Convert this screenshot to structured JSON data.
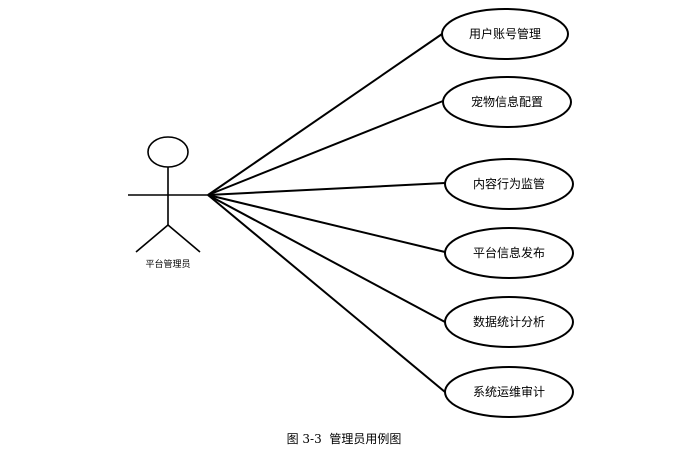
{
  "actor": {
    "label": "平台管理员"
  },
  "use_cases": [
    {
      "label": "用户账号管理"
    },
    {
      "label": "宠物信息配置"
    },
    {
      "label": "内容行为监管"
    },
    {
      "label": "平台信息发布"
    },
    {
      "label": "数据统计分析"
    },
    {
      "label": "系统运维审计"
    }
  ],
  "caption": "图 3-3  管理员用例图"
}
